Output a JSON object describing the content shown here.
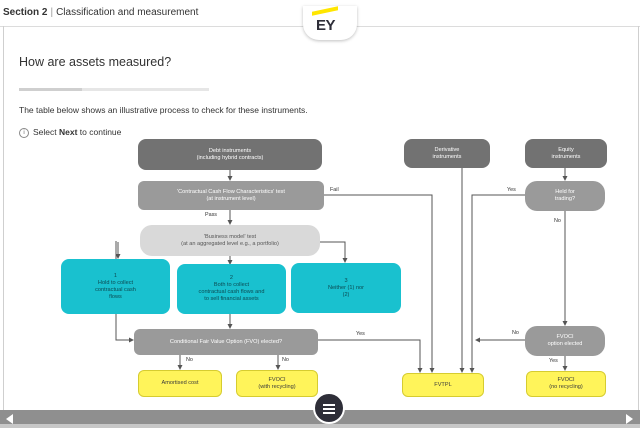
{
  "header": {
    "section": "Section 2",
    "subtitle": "Classification and measurement",
    "logo_text": "EY"
  },
  "page": {
    "title": "How are assets measured?",
    "intro": "The table below shows an illustrative process to check for these instruments.",
    "instruction_prefix": "Select ",
    "instruction_bold": "Next",
    "instruction_suffix": " to continue",
    "progress": 0.33
  },
  "flow": {
    "debt": "Debt instruments\n(including hybrid contracts)",
    "cfc": "'Contractual Cash Flow Characteristics' test\n(at instrument level)",
    "bm": "'Business model' test\n(at an aggregated level e.g., a portfolio)",
    "hold": "1\nHold to collect\ncontractual cash\nflows",
    "hold_sell": "2\nBoth to collect\ncontractual cash flows and\nto sell financial assets",
    "neither": "3\nNeither (1) nor\n(2)",
    "fvo": "Conditional Fair Value Option (FVO) elected?",
    "amortised": "Amortised cost",
    "fvoci_recycling": "FVOCI\n(with recycling)",
    "fvtpl": "FVTPL",
    "derivative": "Derivative\ninstruments",
    "equity": "Equity\ninstruments",
    "held_trading": "Held for\ntrading?",
    "fvoci_option": "FVOCI\noption elected",
    "fvoci_no_recycling": "FVOCI\n(no recycling)",
    "labels": {
      "fail": "Fail",
      "pass": "Pass",
      "yes_fvo": "Yes",
      "no_amortised": "No",
      "no_fvoci": "No",
      "yes_trading": "Yes",
      "no_trading": "No",
      "no_option": "No",
      "yes_option": "Yes"
    }
  },
  "nav": {
    "prev_icon": "triangle-left-icon",
    "next_icon": "triangle-right-icon",
    "menu_icon": "hamburger-menu-icon"
  },
  "colors": {
    "dark_box": "#727272",
    "mid_box": "#9a9a9a",
    "light_box": "#d9d9d9",
    "cyan_box": "#19c1cf",
    "yellow_box": "#fff45a",
    "bottom_bar": "#8f8f8f",
    "brand_yellow": "#ffe600",
    "brand_dark": "#2e2e38"
  }
}
